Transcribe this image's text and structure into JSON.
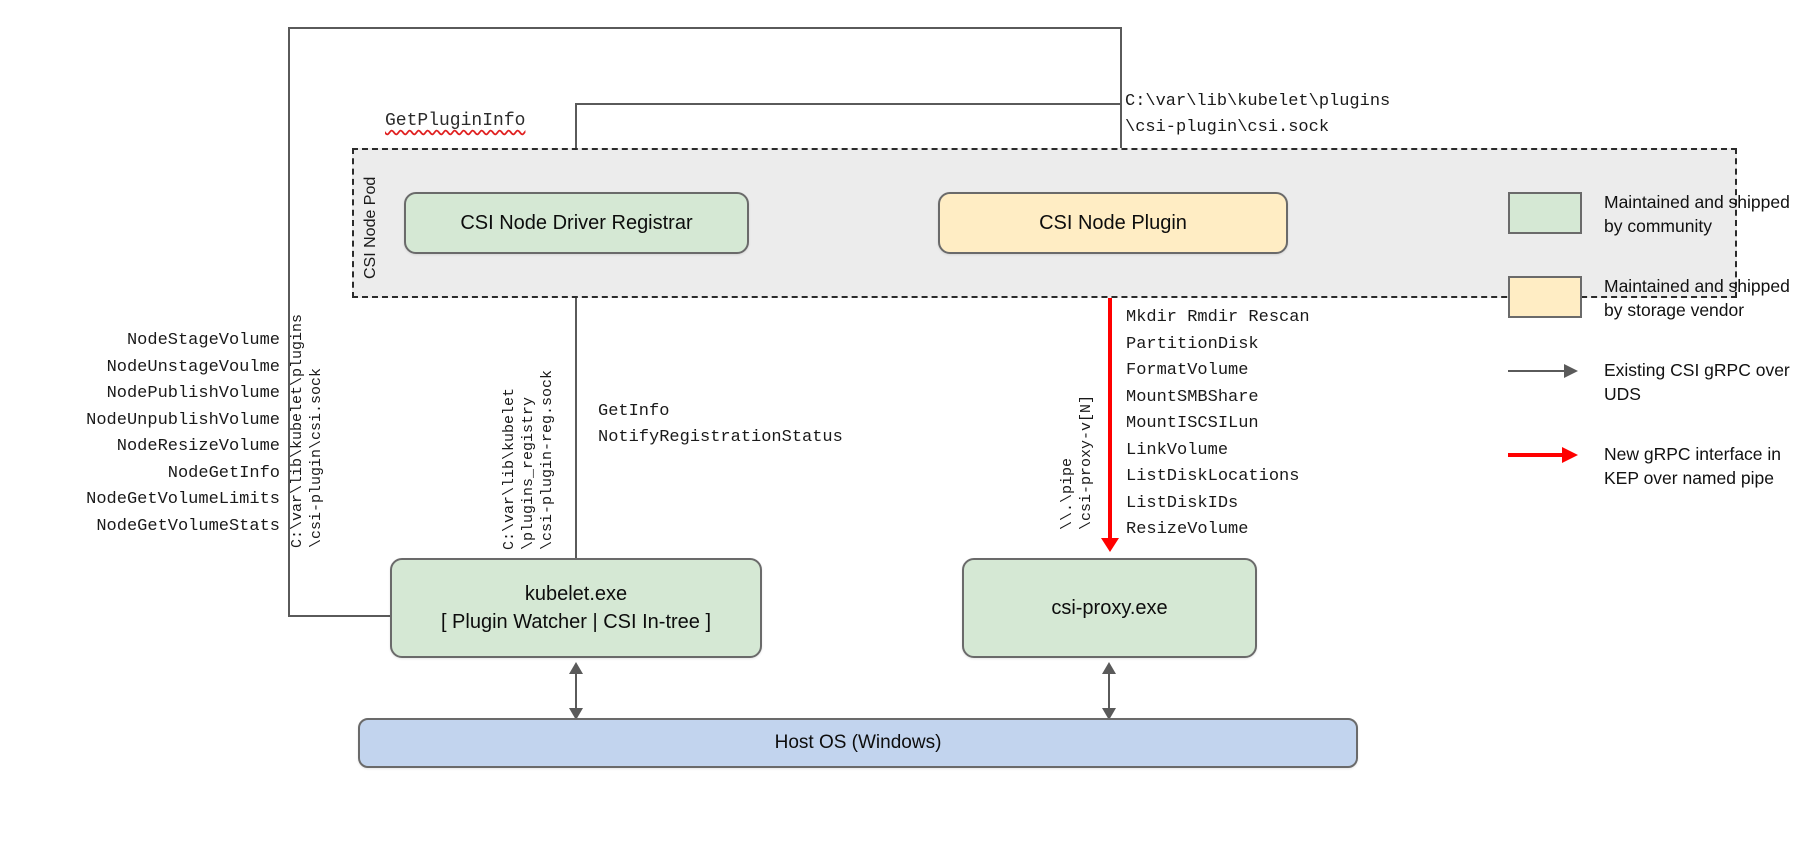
{
  "diagram": {
    "pod": {
      "label": "CSI Node Pod"
    },
    "nodes": {
      "registrar": {
        "label": "CSI Node Driver Registrar"
      },
      "plugin": {
        "label": "CSI Node Plugin"
      },
      "kubelet": {
        "line1": "kubelet.exe",
        "line2": "[ Plugin Watcher | CSI In-tree ]"
      },
      "proxy": {
        "label": "csi-proxy.exe"
      },
      "hostos": {
        "label": "Host OS (Windows)"
      }
    },
    "labels": {
      "get_plugin_info": "GetPluginInfo",
      "plugin_socket_path": "C:\\var\\lib\\kubelet\\plugins\n\\csi-plugin\\csi.sock",
      "node_rpcs": "NodeStageVolume\nNodeUnstageVoulme\nNodePublishVolume\nNodeUnpublishVolume\nNodeResizeVolume\nNodeGetInfo\nNodeGetVolumeLimits\nNodeGetVolumeStats",
      "registration_rpcs": "GetInfo\nNotifyRegistrationStatus",
      "proxy_rpcs": "Mkdir Rmdir Rescan\nPartitionDisk\nFormatVolume\nMountSMBShare\nMountISCSILun\nLinkVolume\nListDiskLocations\nListDiskIDs\nResizeVolume",
      "uds_path_left": "C:\\var\\lib\\kubelet\\plugins\n\\csi-plugin\\csi.sock",
      "registry_path": "C:\\var\\lib\\kubelet\n\\plugins_registry\n\\csi-plugin-reg.sock",
      "named_pipe_path": "\\\\.\\pipe\n\\csi-proxy-v[N]"
    },
    "legend": [
      {
        "kind": "swatch",
        "color": "#d5e8d4",
        "text": "Maintained and shipped by community"
      },
      {
        "kind": "swatch",
        "color": "#ffedc4",
        "text": "Maintained and shipped by storage vendor"
      },
      {
        "kind": "arrow-gray",
        "color": "#5a5a5a",
        "text": "Existing CSI gRPC over UDS"
      },
      {
        "kind": "arrow-red",
        "color": "#ff0000",
        "text": "New gRPC interface in KEP over named pipe"
      }
    ]
  }
}
